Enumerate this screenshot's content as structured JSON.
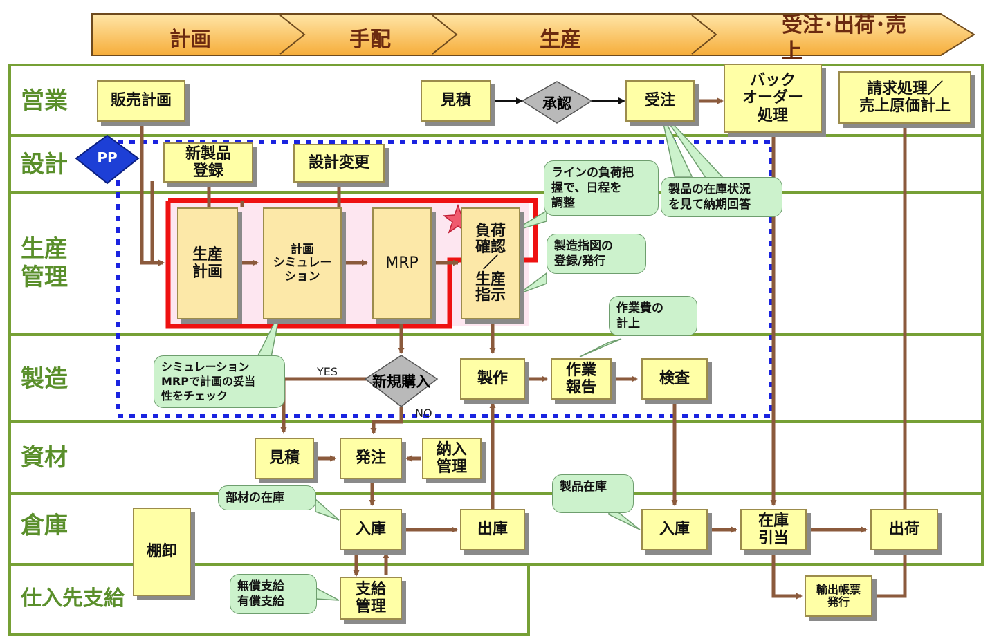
{
  "phases": [
    "計画",
    "手配",
    "生産",
    "受注･出荷･売上"
  ],
  "lanes": {
    "sales": "営業",
    "design": "設計",
    "production_control": "生産\n管理",
    "manufacturing": "製造",
    "materials": "資材",
    "warehouse": "倉庫",
    "supplier": "仕入先支給"
  },
  "pp_badge": "PP",
  "boxes": {
    "sales_plan": "販売計画",
    "estimate_sales": "見積",
    "order_received": "受注",
    "back_order": "バック\nオーダー\n処理",
    "billing": "請求処理／\n売上原価計上",
    "new_product": "新製品\n登録",
    "design_change": "設計変更",
    "production_plan": "生産\n計画",
    "plan_simulation": "計画\nシミュレー\nション",
    "mrp": "MRP",
    "load_check": "負荷\n確認\n／\n生産\n指示",
    "make": "製作",
    "work_report": "作業\n報告",
    "inspection": "検査",
    "estimate_materials": "見積",
    "purchase_order": "発注",
    "delivery_mgmt": "納入\n管理",
    "receive_parts": "入庫",
    "issue_parts": "出庫",
    "receive_products": "入庫",
    "allocation": "在庫\n引当",
    "shipping": "出荷",
    "stocktake": "棚卸",
    "supply_mgmt": "支給\n管理",
    "export_docs": "輸出帳票\n発行"
  },
  "decisions": {
    "approval": "承認",
    "new_purchase": "新規購入"
  },
  "branch_labels": {
    "yes": "YES",
    "no": "NO"
  },
  "callouts": {
    "line_load": "ラインの負荷把\n握で、日程を\n調整",
    "stock_status": "製品の在庫状況\nを見て納期回答",
    "mfg_instruction": "製造指図の\n登録/発行",
    "work_cost": "作業費の\n計上",
    "simulation_check": "シミュレーション\nMRPで計画の妥当\n性をチェック",
    "parts_stock": "部材の在庫",
    "product_stock": "製品在庫",
    "supply_types": "無償支給\n有償支給"
  },
  "colors": {
    "lane_border": "#76a035",
    "lane_label": "#5a8f2b",
    "box_fill": "#ffffa6",
    "arrow": "#8b5a3c",
    "phase_fill": "#fbc566",
    "highlight_red": "#ee1111",
    "dotted_blue": "#1a23e0",
    "pp_blue": "#1d3fd6"
  }
}
